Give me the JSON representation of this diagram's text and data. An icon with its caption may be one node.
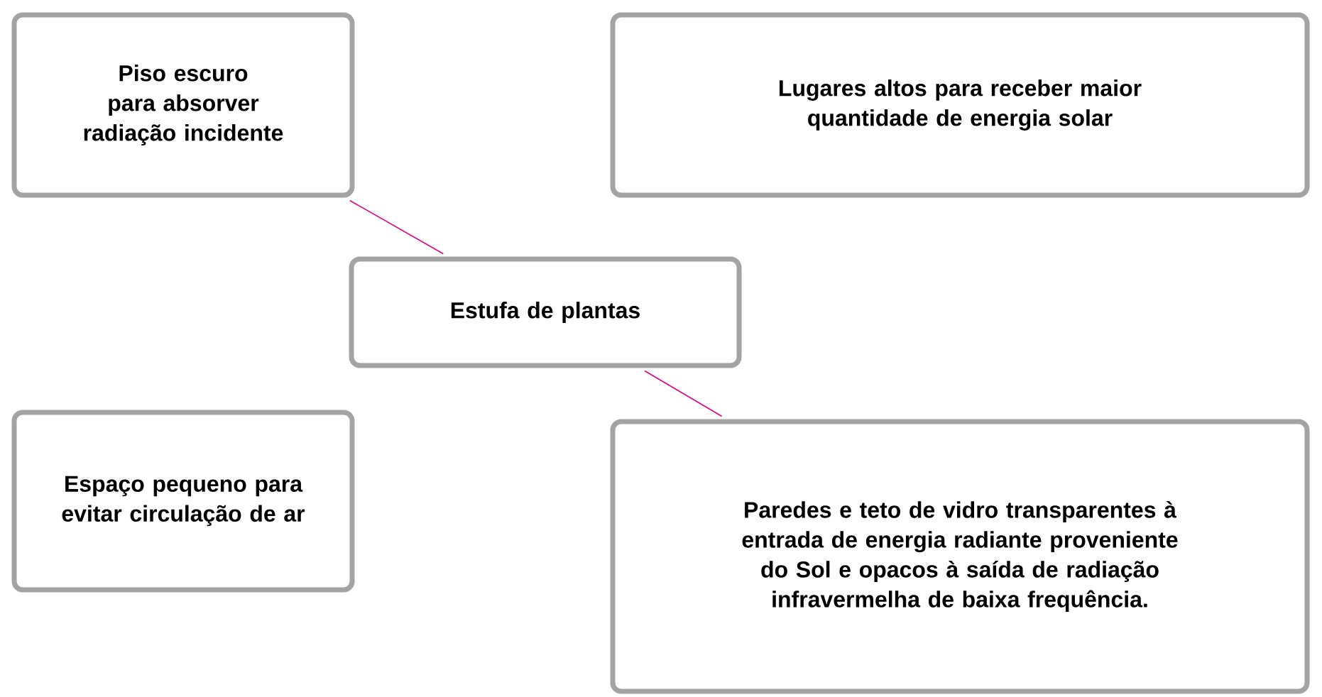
{
  "diagram": {
    "nodes": [
      {
        "text": [
          "Piso escuro para absorver radiação incidente"
        ]
      },
      {
        "text": [
          "Lugares altos para receber maior quantidade de energia solar"
        ]
      },
      {
        "text": [
          "Estufa de plantas"
        ]
      },
      {
        "text": [
          "Espaço pequeno para evitar circulação de ar"
        ]
      },
      {
        "text": [
          "Paredes e teto de vidro transparentes à entrada de energia radiante proveniente do Sol e opacos à saída de radiação infravermelha de baixa frequência."
        ]
      }
    ],
    "edges": [
      {
        "from": 0,
        "to": 2,
        "arrow": "none",
        "color": "#e5007e"
      },
      {
        "from": 2,
        "to": 4,
        "arrow": "none",
        "color": "#e5007e"
      }
    ]
  }
}
